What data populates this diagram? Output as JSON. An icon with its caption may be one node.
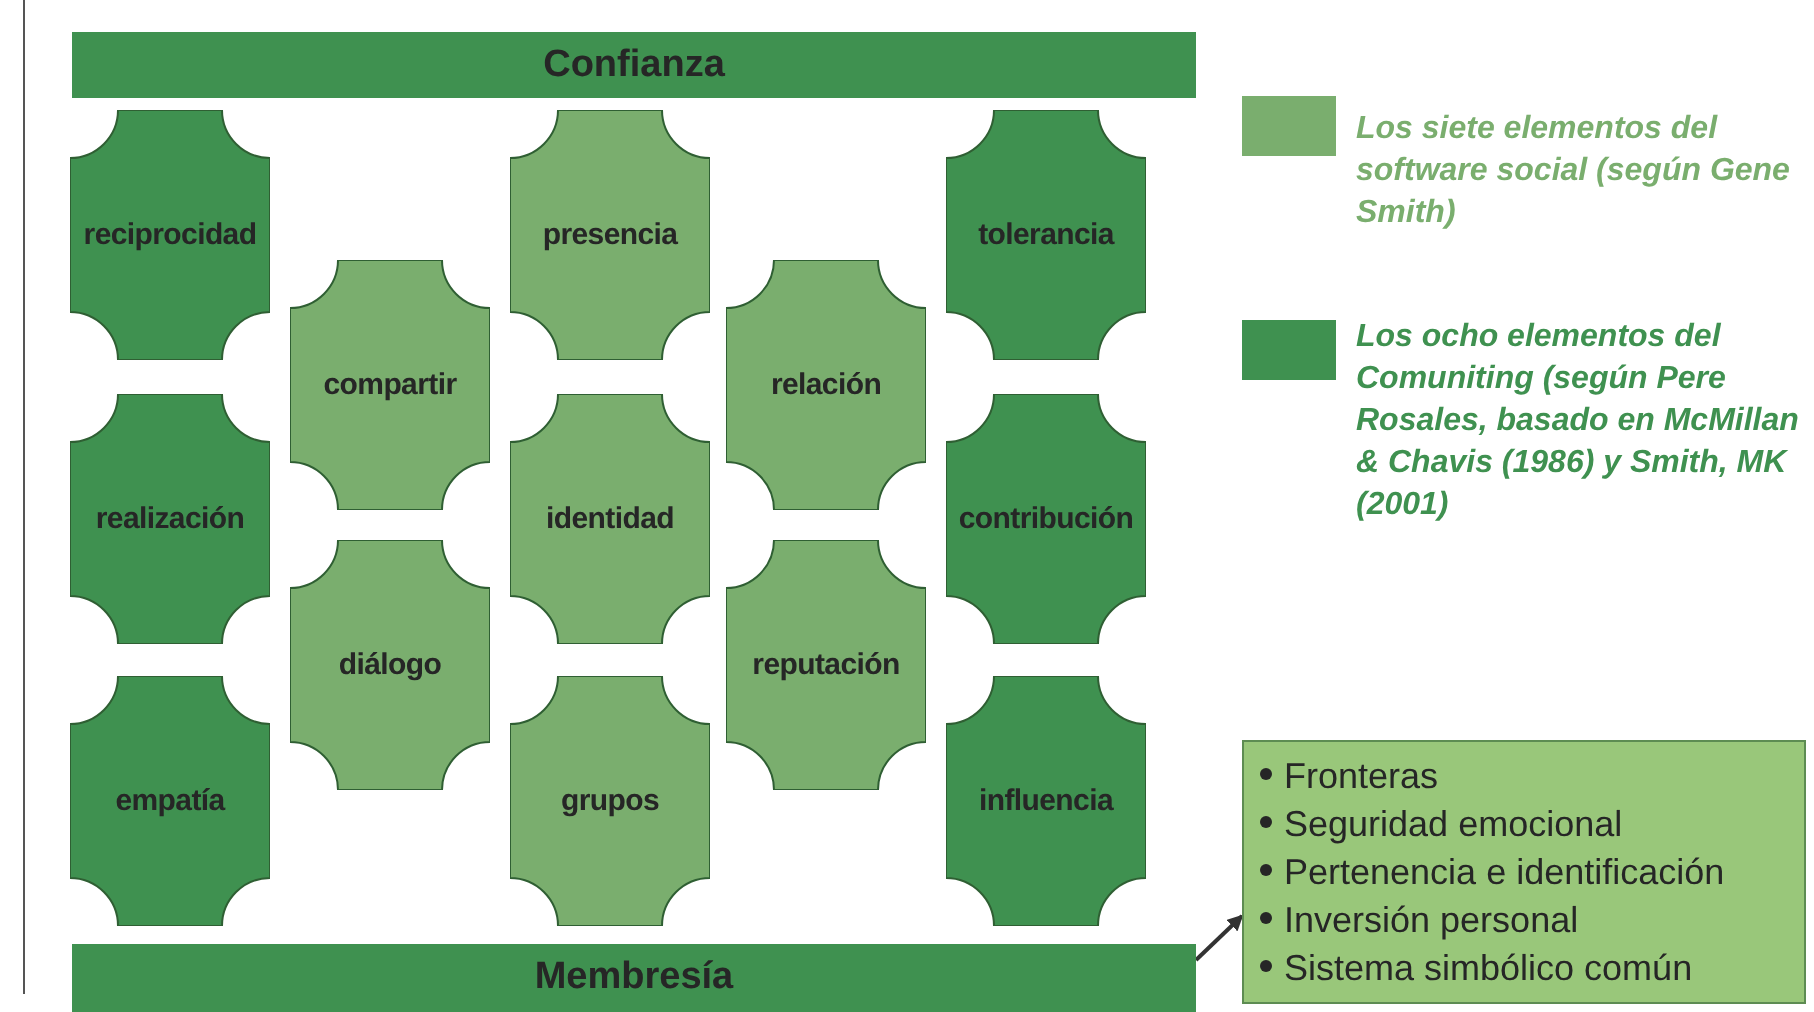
{
  "diagram": {
    "nodes": [
      {
        "text": [
          "Confianza"
        ]
      },
      {
        "text": [
          "reciprocidad"
        ]
      },
      {
        "text": [
          "presencia"
        ]
      },
      {
        "text": [
          "tolerancia"
        ]
      },
      {
        "text": [
          "compartir"
        ]
      },
      {
        "text": [
          "relación"
        ]
      },
      {
        "text": [
          "realización"
        ]
      },
      {
        "text": [
          "identidad"
        ]
      },
      {
        "text": [
          "contribución"
        ]
      },
      {
        "text": [
          "diálogo"
        ]
      },
      {
        "text": [
          "reputación"
        ]
      },
      {
        "text": [
          "empatía"
        ]
      },
      {
        "text": [
          "grupos"
        ]
      },
      {
        "text": [
          "influencia"
        ]
      },
      {
        "text": [
          "Fronteras",
          "Seguridad emocional",
          "Pertenencia e identificación",
          "Inversión personal",
          "Sistema simbólico común"
        ]
      },
      {
        "text": [
          "Membresía"
        ]
      }
    ],
    "edges": [
      {
        "from": 15,
        "to": 14,
        "arrow": "to"
      }
    ],
    "legend": [
      {
        "text": "Los siete elementos del software social (según Gene Smith)",
        "color": "#7aae6e"
      },
      {
        "text": "Los ocho elementos del Comuniting (según Pere Rosales, basado en McMillan & Chavis (1986) y Smith, MK (2001)",
        "color": "#3f9150"
      }
    ]
  }
}
